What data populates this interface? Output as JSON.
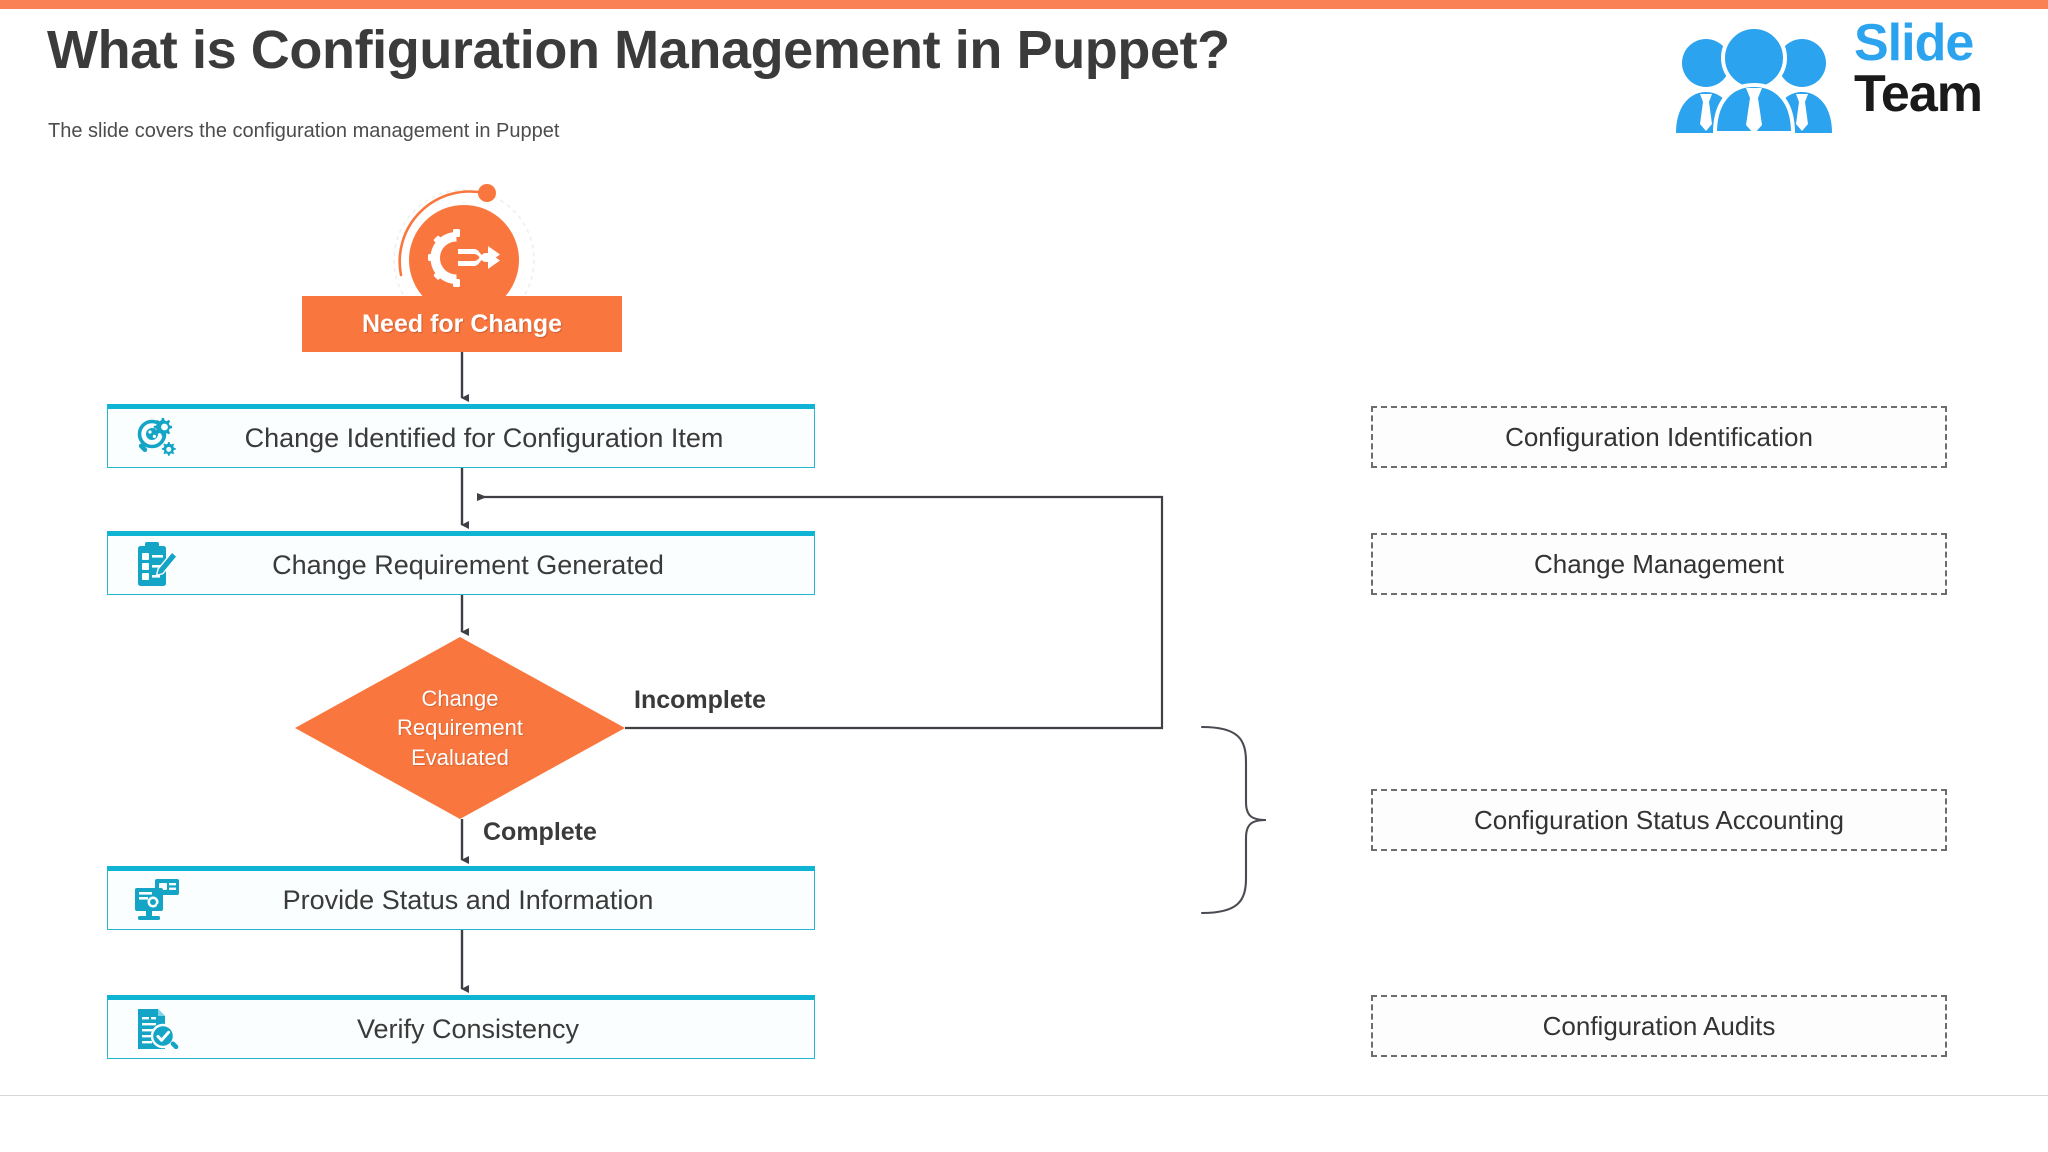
{
  "header": {
    "title": "What is Configuration Management in Puppet?",
    "subtitle": "The slide covers the configuration management in Puppet"
  },
  "logo": {
    "name": "slideteam-logo",
    "word1": "Slide",
    "word2": "Team",
    "word1_color": "#2BA3EF",
    "word2_color": "#1A1A1A",
    "people_icon": "three-people-icon"
  },
  "theme": {
    "accent_orange": "#F9773F",
    "top_bar_orange": "#F98153",
    "accent_cyan": "#0FB4D4",
    "box_border_cyan": "#25B6D2",
    "text_dark": "#3A3A3A",
    "dashed_gray": "#6D6D6D",
    "connector_gray": "#3F3F46"
  },
  "flow": {
    "start": {
      "label": "Need for Change",
      "icon": "gear-change-arrows-icon"
    },
    "steps": [
      {
        "id": "change-identified",
        "label": "Change Identified for Configuration Item",
        "icon": "magnifier-gear-icon"
      },
      {
        "id": "change-requirement-generated",
        "label": "Change Requirement Generated",
        "icon": "clipboard-pencil-icon"
      },
      {
        "id": "provide-status-information",
        "label": "Provide Status and Information",
        "icon": "monitor-report-icon"
      },
      {
        "id": "verify-consistency",
        "label": "Verify Consistency",
        "icon": "document-check-magnifier-icon"
      }
    ],
    "decision": {
      "id": "change-requirement-evaluated",
      "line1": "Change",
      "line2": "Requirement",
      "line3": "Evaluated"
    },
    "edge_labels": {
      "incomplete": "Incomplete",
      "complete": "Complete"
    }
  },
  "phases": [
    {
      "id": "configuration-identification",
      "label": "Configuration Identification"
    },
    {
      "id": "change-management",
      "label": "Change Management"
    },
    {
      "id": "configuration-status-accounting",
      "label": "Configuration Status Accounting"
    },
    {
      "id": "configuration-audits",
      "label": "Configuration Audits"
    }
  ]
}
